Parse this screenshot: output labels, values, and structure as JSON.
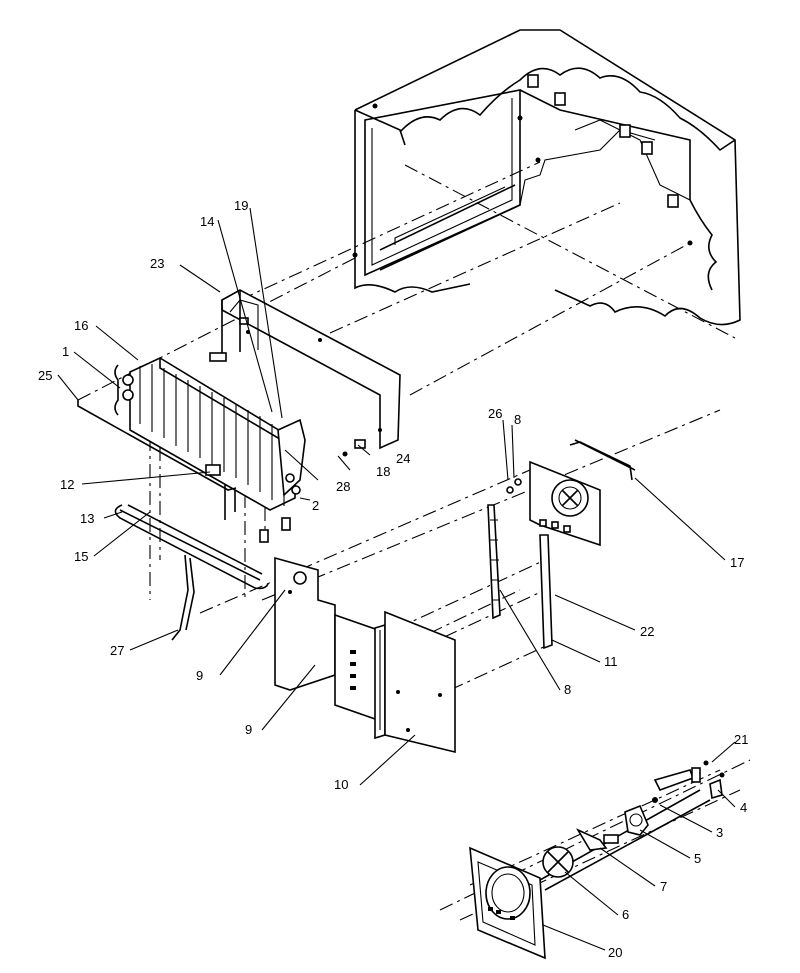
{
  "callouts": [
    {
      "id": "c1",
      "text": "1"
    },
    {
      "id": "c2",
      "text": "2"
    },
    {
      "id": "c3",
      "text": "3"
    },
    {
      "id": "c4",
      "text": "4"
    },
    {
      "id": "c5",
      "text": "5"
    },
    {
      "id": "c6",
      "text": "6"
    },
    {
      "id": "c7",
      "text": "7"
    },
    {
      "id": "c8a",
      "text": "8"
    },
    {
      "id": "c8b",
      "text": "8"
    },
    {
      "id": "c9a",
      "text": "9"
    },
    {
      "id": "c9b",
      "text": "9"
    },
    {
      "id": "c10",
      "text": "10"
    },
    {
      "id": "c11",
      "text": "11"
    },
    {
      "id": "c12",
      "text": "12"
    },
    {
      "id": "c13",
      "text": "13"
    },
    {
      "id": "c14",
      "text": "14"
    },
    {
      "id": "c15",
      "text": "15"
    },
    {
      "id": "c16",
      "text": "16"
    },
    {
      "id": "c17",
      "text": "17"
    },
    {
      "id": "c18",
      "text": "18"
    },
    {
      "id": "c19",
      "text": "19"
    },
    {
      "id": "c20",
      "text": "20"
    },
    {
      "id": "c21",
      "text": "21"
    },
    {
      "id": "c22",
      "text": "22"
    },
    {
      "id": "c23",
      "text": "23"
    },
    {
      "id": "c24",
      "text": "24"
    },
    {
      "id": "c25",
      "text": "25"
    },
    {
      "id": "c26",
      "text": "26"
    },
    {
      "id": "c27",
      "text": "27"
    },
    {
      "id": "c28",
      "text": "28"
    }
  ]
}
